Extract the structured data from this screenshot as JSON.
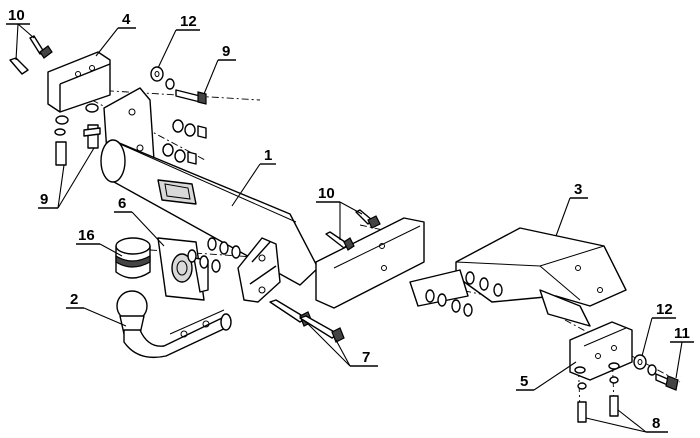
{
  "callouts": [
    {
      "label": "10"
    },
    {
      "label": "4"
    },
    {
      "label": "12"
    },
    {
      "label": "9"
    },
    {
      "label": "1"
    },
    {
      "label": "9"
    },
    {
      "label": "6"
    },
    {
      "label": "16"
    },
    {
      "label": "10"
    },
    {
      "label": "3"
    },
    {
      "label": "2"
    },
    {
      "label": "7"
    },
    {
      "label": "12"
    },
    {
      "label": "11"
    },
    {
      "label": "5"
    },
    {
      "label": "8"
    }
  ]
}
